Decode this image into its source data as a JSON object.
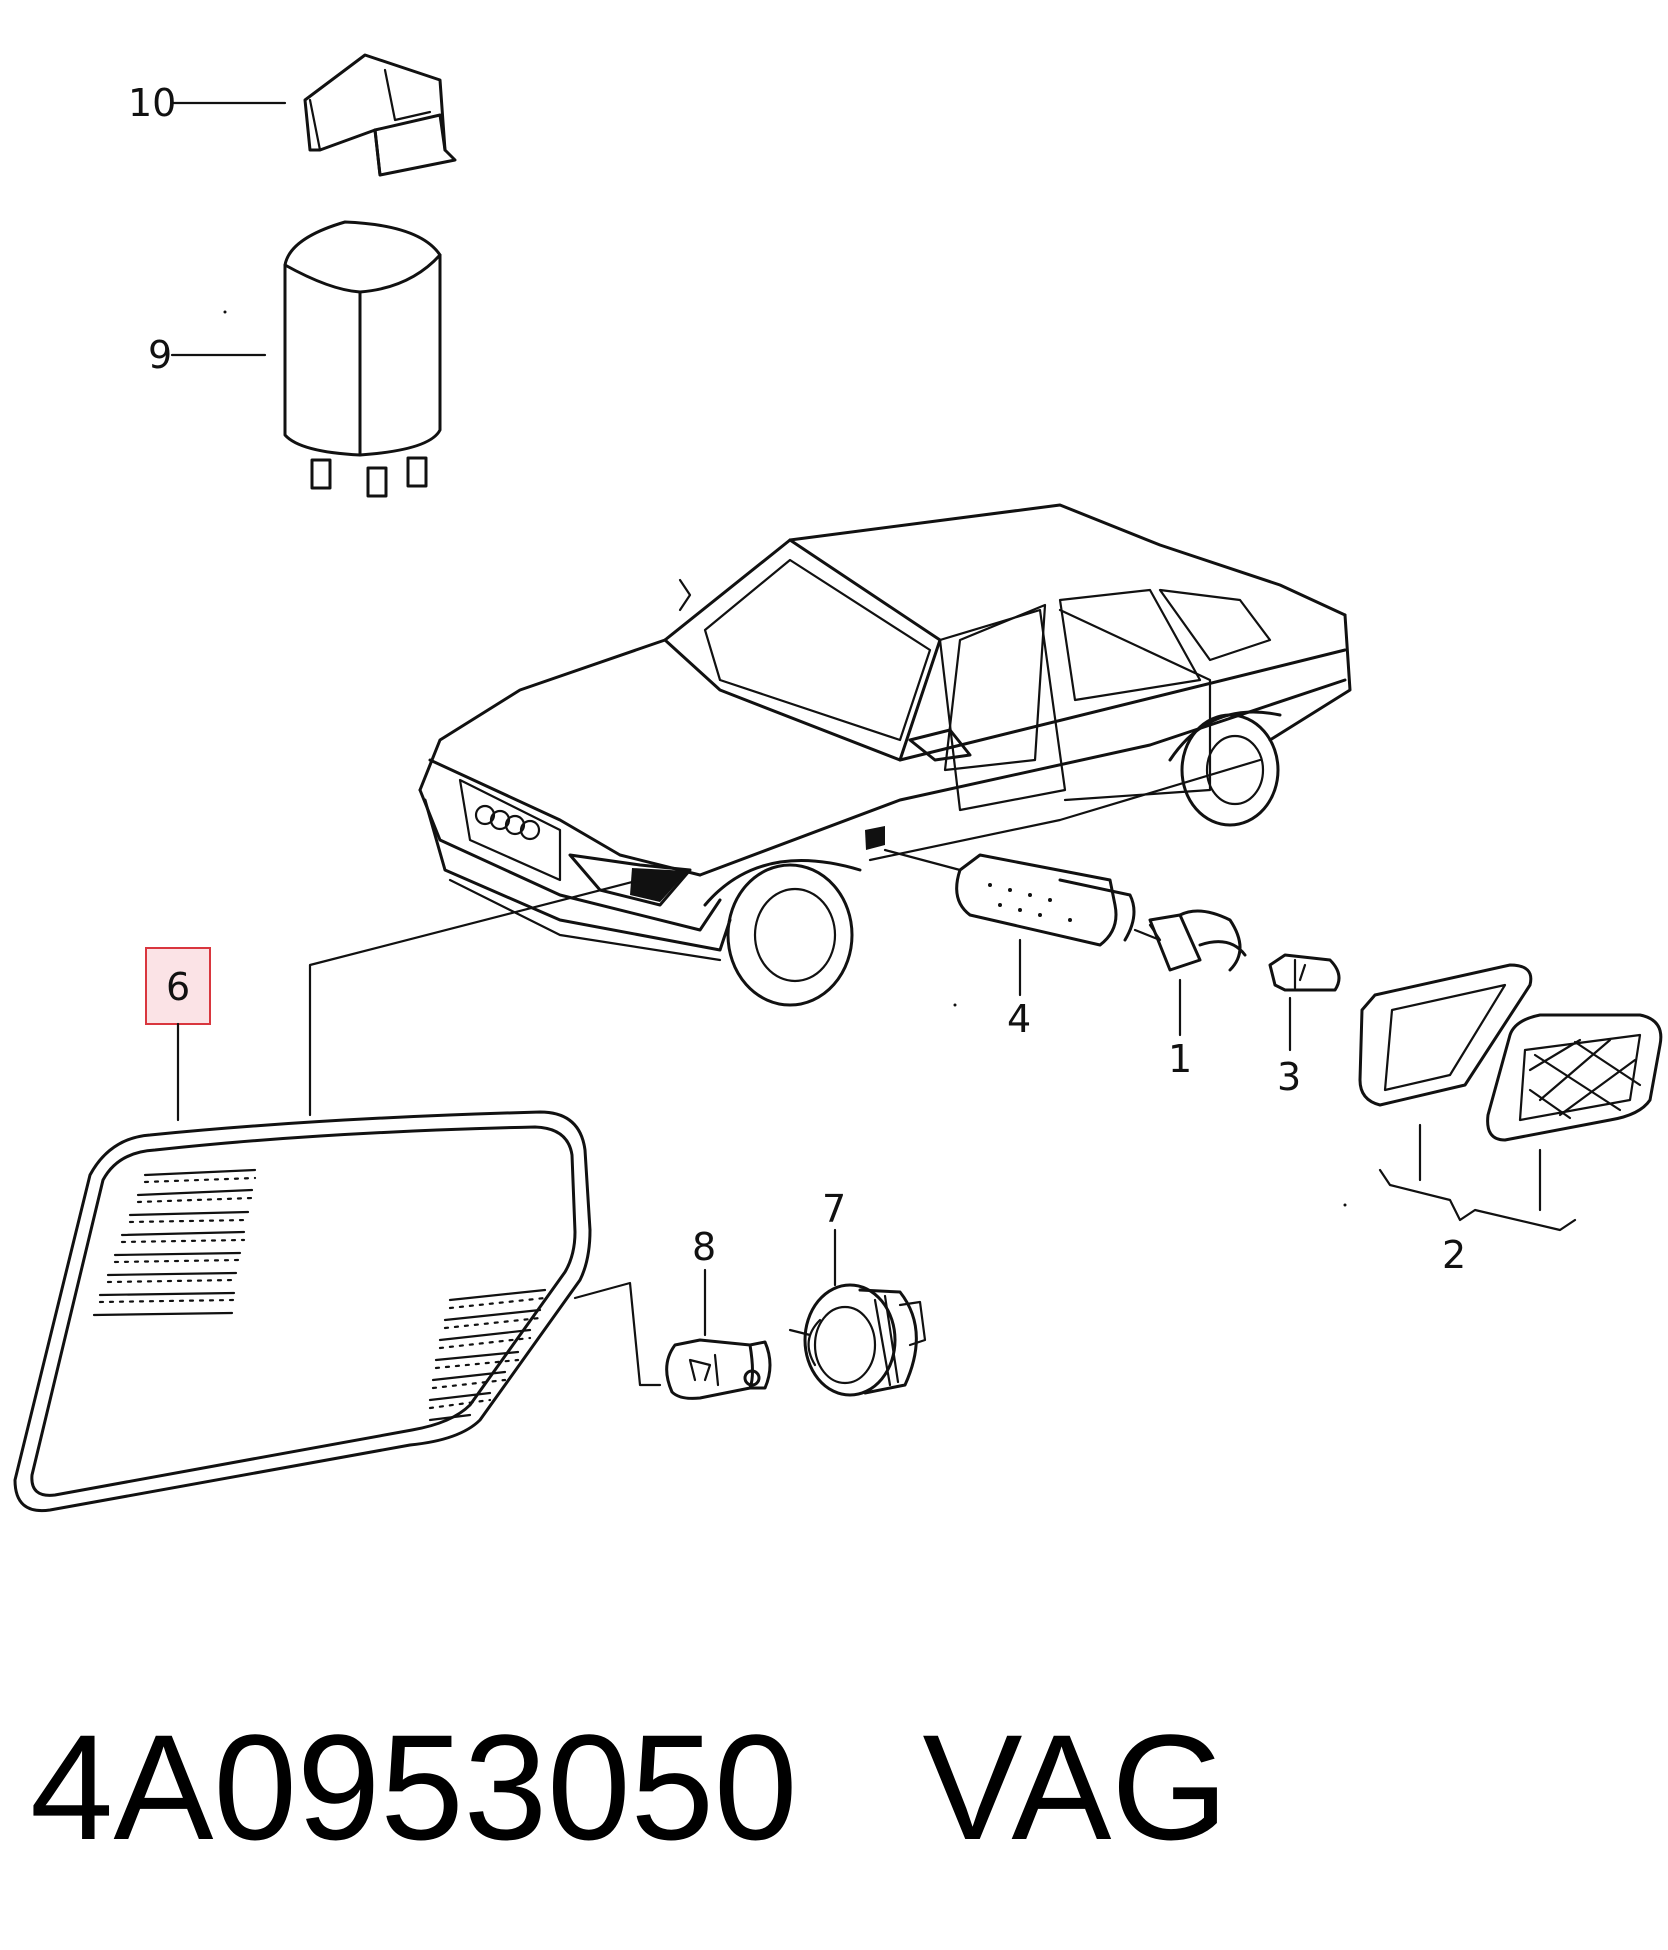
{
  "callouts": {
    "c1": "1",
    "c2": "2",
    "c3": "3",
    "c4": "4",
    "c6": "6",
    "c7": "7",
    "c8": "8",
    "c9": "9",
    "c10": "10"
  },
  "highlighted_callout": "6",
  "caption": {
    "part_number": "4A0953050",
    "brand": "VAG"
  },
  "colors": {
    "highlight_border": "#d9363e",
    "highlight_fill": "#fbe3e6",
    "line": "#111111"
  }
}
